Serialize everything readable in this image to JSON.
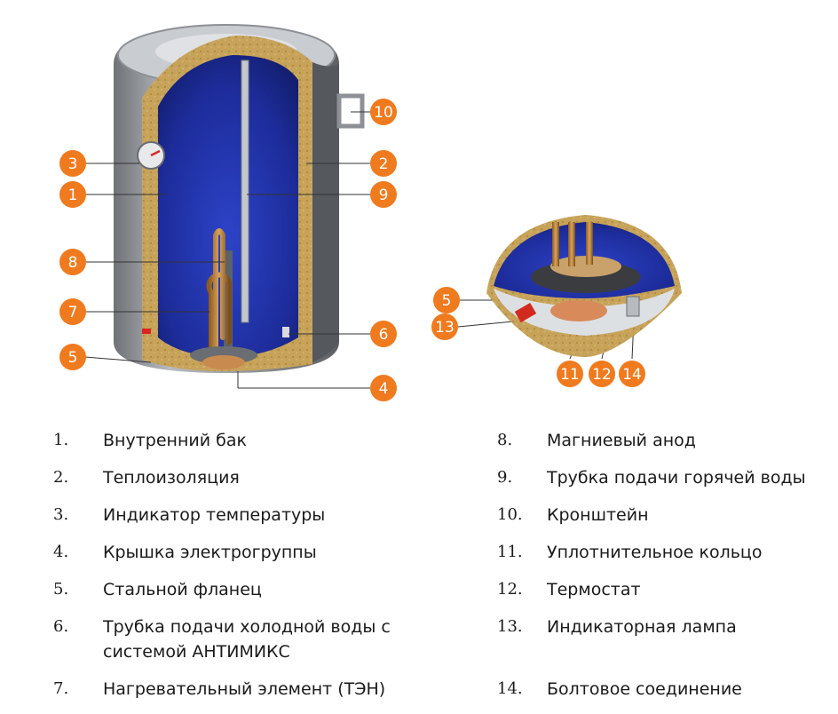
{
  "callouts": [
    {
      "id": "10",
      "label": "10"
    },
    {
      "id": "3",
      "label": "3"
    },
    {
      "id": "2",
      "label": "2"
    },
    {
      "id": "1",
      "label": "1"
    },
    {
      "id": "9",
      "label": "9"
    },
    {
      "id": "8",
      "label": "8"
    },
    {
      "id": "7",
      "label": "7"
    },
    {
      "id": "6",
      "label": "6"
    },
    {
      "id": "5a",
      "label": "5"
    },
    {
      "id": "4",
      "label": "4"
    },
    {
      "id": "5b",
      "label": "5"
    },
    {
      "id": "13",
      "label": "13"
    },
    {
      "id": "11",
      "label": "11"
    },
    {
      "id": "12",
      "label": "12"
    },
    {
      "id": "14",
      "label": "14"
    }
  ],
  "legend": {
    "left": [
      {
        "num": "1.",
        "text": "Внутренний бак"
      },
      {
        "num": "2.",
        "text": "Теплоизоляция"
      },
      {
        "num": "3.",
        "text": "Индикатор температуры"
      },
      {
        "num": "4.",
        "text": "Крышка электрогруппы"
      },
      {
        "num": "5.",
        "text": "Стальной фланец"
      },
      {
        "num": "6.",
        "text": "Трубка подачи холодной воды с системой АНТИМИКС"
      },
      {
        "num": "7.",
        "text": "Нагревательный элемент (ТЭН)"
      }
    ],
    "right": [
      {
        "num": "8.",
        "text": "Магниевый анод"
      },
      {
        "num": "9.",
        "text": "Трубка подачи горячей воды"
      },
      {
        "num": "10.",
        "text": "Кронштейн"
      },
      {
        "num": "11.",
        "text": "Уплотнительное кольцо"
      },
      {
        "num": "12.",
        "text": "Термостат"
      },
      {
        "num": "13.",
        "text": "Индикаторная лампа"
      },
      {
        "num": "14.",
        "text": "Болтовое соединение"
      }
    ]
  },
  "colors": {
    "callout": "#f07a1e",
    "tank_blue": "#1f2f9c",
    "insulation": "#c9a55b",
    "shell": "#8e9196"
  }
}
